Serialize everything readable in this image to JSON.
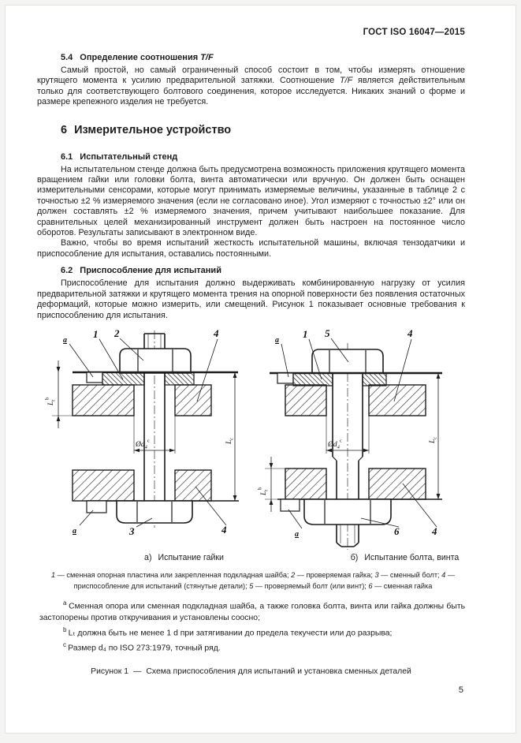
{
  "page": {
    "header": "ГОСТ ISO 16047—2015",
    "number": "5"
  },
  "s54": {
    "num": "5.4",
    "title": "Определение соотношения",
    "title_var": "T/F",
    "p1_start": "Самый простой, но самый ограниченный способ состоит в том, чтобы измерять отношение крутящего момента к усилию предварительной затяжки. Соотношение ",
    "p1_var": "T/F",
    "p1_end": " является действительным только для соответствующего болтового соединения, которое исследуется. Никаких знаний о форме и размере крепежного изделия не требуется."
  },
  "s6": {
    "num": "6",
    "title": "Измерительное устройство"
  },
  "s61": {
    "num": "6.1",
    "title": "Испытательный стенд",
    "p1": "На испытательном стенде должна быть предусмотрена возможность приложения крутящего момента вращением гайки или головки болта, винта автоматически или вручную. Он должен быть оснащен измерительными сенсорами, которые могут принимать измеряемые величины, указанные в таблице 2 с точностью ±2 % измеряемого значения (если не согласовано иное). Угол измеряют с точностью ±2° или он должен составлять ±2 % измеряемого значения, причем учитывают наибольшее показание. Для сравнительных целей механизированный инструмент должен быть настроен на постоянное число оборотов. Результаты записывают в электронном виде.",
    "p2": "Важно, чтобы во время испытаний жесткость испытательной машины, включая тензодатчики и приспособление для испытания, оставались постоянными."
  },
  "s62": {
    "num": "6.2",
    "title": "Приспособление для испытаний",
    "p1": "Приспособление для испытания должно выдерживать комбинированную нагрузку от усилия предварительной затяжки и крутящего момента трения на опорной поверхности без появления остаточных деформаций, которые можно измерить, или смещений. Рисунок 1 показывает основные требования к приспособлению для испытания."
  },
  "figure": {
    "caption_a_letter": "а)",
    "caption_a_text": "Испытание гайки",
    "caption_b_letter": "б)",
    "caption_b_text": "Испытание болта, винта",
    "title_num": "Рисунок 1",
    "title_dash": "—",
    "title_text": "Схема приспособления для испытаний и установка сменных деталей",
    "labels": {
      "a": "a",
      "n1": "1",
      "n2": "2",
      "n3": "3",
      "n4": "4",
      "n5": "5",
      "n6": "6"
    },
    "sym": {
      "L": "L",
      "t": "t",
      "b": "b",
      "c": "c",
      "d": "Ød",
      "four": "4"
    },
    "legend": [
      {
        "num": "1",
        "text": "сменная опорная пластина или закрепленная подкладная шайба"
      },
      {
        "num": "2",
        "text": "проверяемая гайка"
      },
      {
        "num": "3",
        "text": "сменный болт"
      },
      {
        "num": "4",
        "text": "приспособление для испытаний (стянутые детали)"
      },
      {
        "num": "5",
        "text": "проверяемый болт (или винт)"
      },
      {
        "num": "6",
        "text": "сменная гайка"
      }
    ],
    "footnotes": [
      {
        "sup": "a",
        "text": "Сменная опора или сменная подкладная шайба, а также головка болта, винта или гайка должны быть застопорены против откручивания и установлены соосно;"
      },
      {
        "sup": "b",
        "text": "Lₜ должна быть не менее 1 d при затягивании до предела текучести или до разрыва;"
      },
      {
        "sup": "c",
        "text": "Размер d₄ по ISO 273:1979, точный ряд."
      }
    ]
  }
}
